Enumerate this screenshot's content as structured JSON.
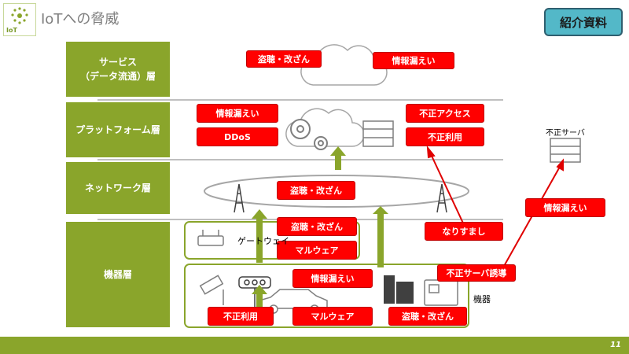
{
  "header": {
    "logo_text": "IoT",
    "title": "IoTへの脅威",
    "badge": "紹介資料"
  },
  "layers": {
    "service": "サービス\n（データ流通）層",
    "platform": "プラットフォーム層",
    "network": "ネットワーク層",
    "device": "機器層"
  },
  "threats": {
    "service_tamper": "盗聴・改ざん",
    "service_leak": "情報漏えい",
    "platform_leak": "情報漏えい",
    "platform_ddos": "DDoS",
    "platform_unauth_access": "不正アクセス",
    "platform_misuse": "不正利用",
    "network_tamper": "盗聴・改ざん",
    "gateway_tamper": "盗聴・改ざん",
    "gateway_malware": "マルウェア",
    "device_leak": "情報漏えい",
    "device_misuse": "不正利用",
    "device_malware": "マルウェア",
    "device_tamper": "盗聴・改ざん",
    "spoofing": "なりすまし",
    "rogue_server_redirect": "不正サーバ誘導",
    "rogue_server_leak": "情報漏えい"
  },
  "labels": {
    "gateway": "ゲートウェイ",
    "devices": "機器",
    "rogue_server": "不正サーバ"
  },
  "footer": {
    "page_number": "11"
  },
  "colors": {
    "layer_green": "#8aa52b",
    "threat_red": "#ff0000",
    "badge_teal": "#53b8c8"
  }
}
